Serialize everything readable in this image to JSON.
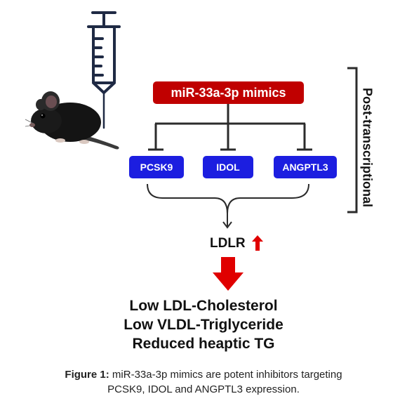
{
  "diagram": {
    "top_box": "miR-33a-3p mimics",
    "targets": [
      "PCSK9",
      "IDOL",
      "ANGPTL3"
    ],
    "side_label": "Post-transcriptional",
    "ldlr_label": "LDLR",
    "outcomes": [
      "Low LDL-Cholesterol",
      "Low VLDL-Triglyceride",
      "Reduced heaptic TG"
    ]
  },
  "caption": {
    "prefix": "Figure 1:",
    "line1": "miR-33a-3p mimics are potent inhibitors targeting",
    "line2": "PCSK9, IDOL and ANGPTL3 expression."
  },
  "colors": {
    "red_box": "#c00000",
    "blue_box": "#1c1ee0",
    "arrow_red": "#e00000",
    "lines": "#2b2b2b"
  },
  "icons": [
    "syringe-icon",
    "mouse-illustration",
    "up-arrow-icon",
    "down-arrow-icon"
  ]
}
